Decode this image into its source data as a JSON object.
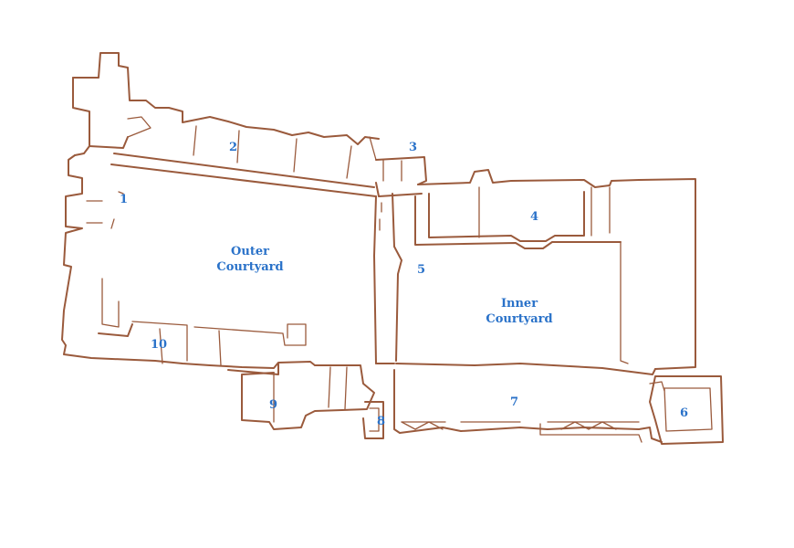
{
  "plan": {
    "wall_color": "#9a5a3c",
    "label_color": "#2a72c9",
    "room_numbers": [
      "1",
      "2",
      "3",
      "4",
      "5",
      "6",
      "7",
      "8",
      "9",
      "10"
    ],
    "areas": {
      "outer_courtyard": [
        "Outer",
        "Courtyard"
      ],
      "inner_courtyard": [
        "Inner",
        "Courtyard"
      ]
    }
  }
}
